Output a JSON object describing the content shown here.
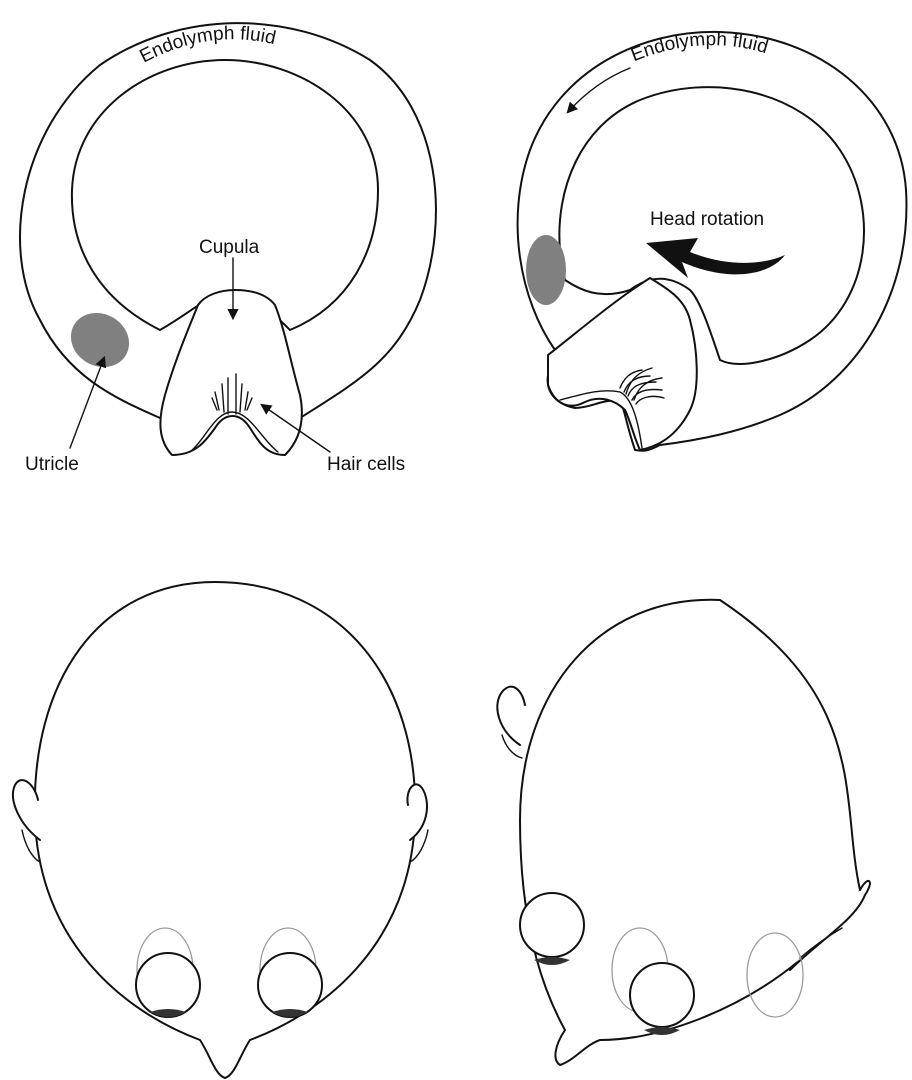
{
  "labels": {
    "endolymph_left": "Endolymph fluid",
    "endolymph_right": "Endolymph fluid",
    "cupula": "Cupula",
    "utricle": "Utricle",
    "hair_cells": "Hair cells",
    "head_rotation": "Head rotation"
  },
  "colors": {
    "line": "#111111",
    "utricle_fill": "#808080",
    "ghost_eye": "#9a9a9a",
    "background": "#ffffff"
  }
}
